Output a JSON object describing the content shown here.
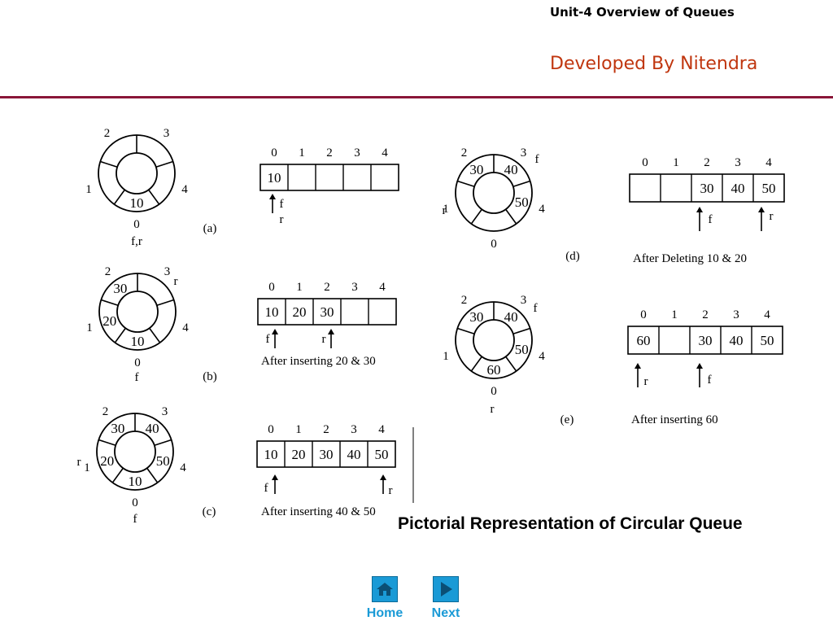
{
  "header": {
    "unit_title": "Unit-4 Overview of Queues",
    "developer": "Developed By Nitendra"
  },
  "caption": "Pictorial Representation of Circular Queue",
  "nav": {
    "home": "Home",
    "next": "Next"
  },
  "index_labels": [
    "0",
    "1",
    "2",
    "3",
    "4"
  ],
  "pointer_labels": {
    "front": "f",
    "rear": "r",
    "front_rear": "f,r"
  },
  "panels": [
    {
      "id": "a",
      "label": "(a)",
      "cells": [
        "10",
        "",
        "",
        "",
        ""
      ],
      "caption": ""
    },
    {
      "id": "b",
      "label": "(b)",
      "cells": [
        "10",
        "20",
        "30",
        "",
        ""
      ],
      "caption": "After inserting 20 & 30"
    },
    {
      "id": "c",
      "label": "(c)",
      "cells": [
        "10",
        "20",
        "30",
        "40",
        "50"
      ],
      "caption": "After inserting 40 & 50"
    },
    {
      "id": "d",
      "label": "(d)",
      "cells": [
        "",
        "",
        "30",
        "40",
        "50"
      ],
      "caption": "After Deleting 10 & 20"
    },
    {
      "id": "e",
      "label": "(e)",
      "cells": [
        "60",
        "",
        "30",
        "40",
        "50"
      ],
      "caption": "After inserting 60"
    }
  ]
}
